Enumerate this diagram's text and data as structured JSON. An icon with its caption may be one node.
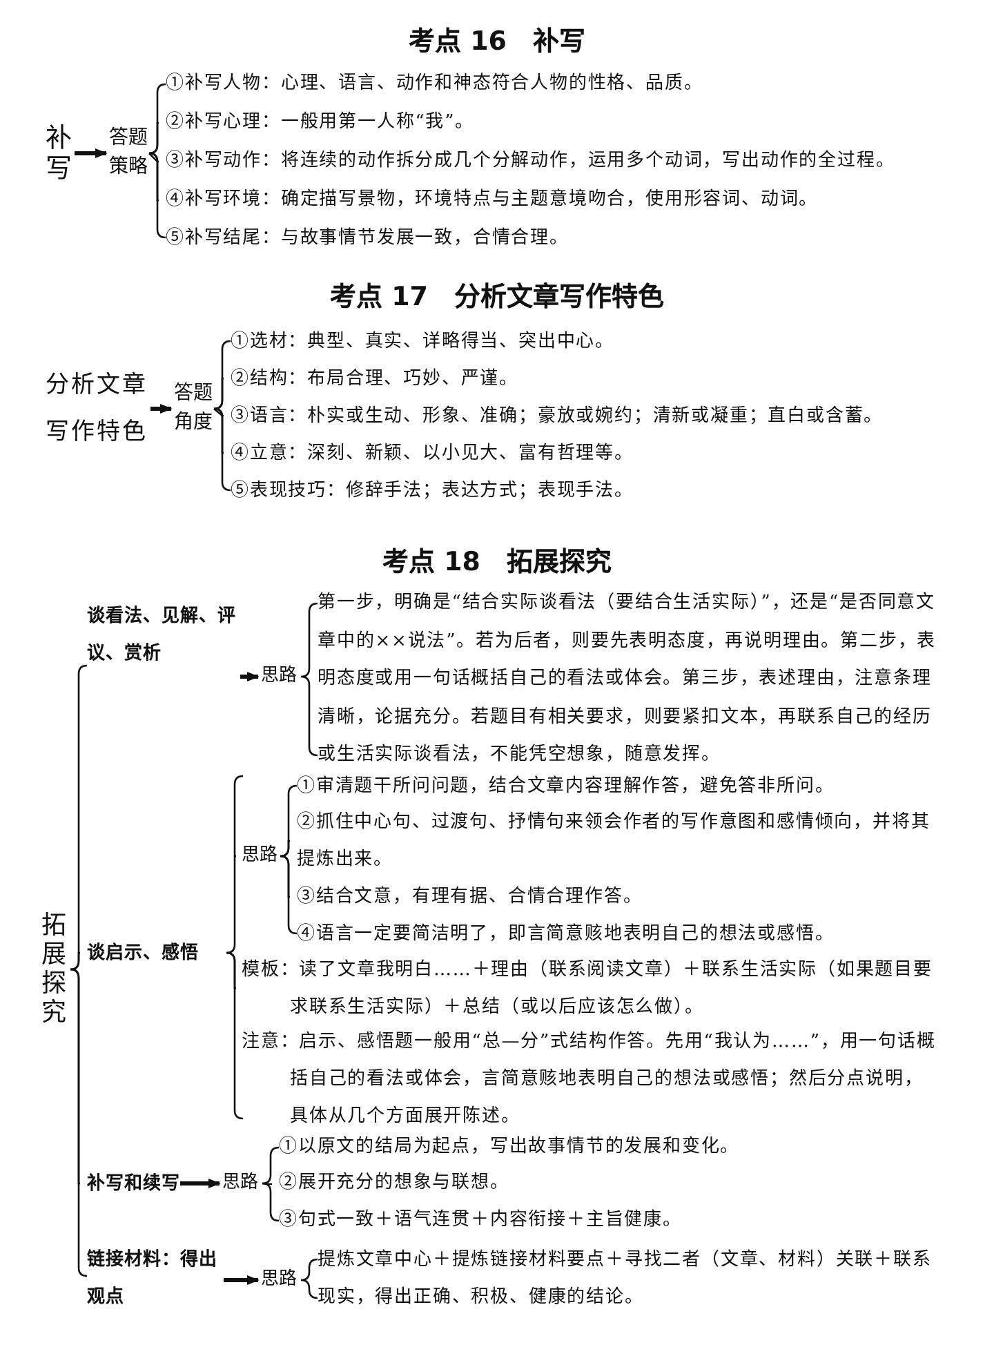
{
  "diagram": {
    "nodes": [
      {
        "text": [
          "补写"
        ]
      },
      {
        "text": [
          "答题策略"
        ]
      },
      {
        "text": [
          "①补写人物：心理、语言、动作和神态符合人物的性格、品质。"
        ]
      },
      {
        "text": [
          "②补写心理：一般用第一人称“我”。"
        ]
      },
      {
        "text": [
          "③补写动作：将连续的动作拆分成几个分解动作，运用多个动词，写出动作的全过程。"
        ]
      },
      {
        "text": [
          "④补写环境：确定描写景物，环境特点与主题意境吻合，使用形容词、动词。"
        ]
      },
      {
        "text": [
          "⑤补写结尾：与故事情节发展一致，合情合理。"
        ]
      },
      {
        "text": [
          "分析文章写作特色"
        ]
      },
      {
        "text": [
          "答题角度"
        ]
      },
      {
        "text": [
          "①选材：典型、真实、详略得当、突出中心。"
        ]
      },
      {
        "text": [
          "②结构：布局合理、巧妙、严谨。"
        ]
      },
      {
        "text": [
          "③语言：朴实或生动、形象、准确；豪放或婉约；清新或凝重；直白或含蓄。"
        ]
      },
      {
        "text": [
          "④立意：深刻、新颖、以小见大、富有哲理等。"
        ]
      },
      {
        "text": [
          "⑤表现技巧：修辞手法；表达方式；表现手法。"
        ]
      },
      {
        "text": [
          "拓展探究"
        ]
      },
      {
        "text": [
          "谈看法、见解、评议、赏析"
        ]
      },
      {
        "text": [
          "思路"
        ]
      },
      {
        "text": [
          "第一步，明确是“结合实际谈看法（要结合生活实际）”，还是“是否同意文章中的××说法”。若为后者，则要先表明态度，再说明理由。第二步，表明态度或用一句话概括自己的看法或体会。第三步，表述理由，注意条理清晰，论据充分。若题目有相关要求，则要紧扣文本，再联系自己的经历或生活实际谈看法，不能凭空想象，随意发挥。"
        ]
      },
      {
        "text": [
          "谈启示、感悟"
        ]
      },
      {
        "text": [
          "思路"
        ]
      },
      {
        "text": [
          "①审清题干所问问题，结合文章内容理解作答，避免答非所问。"
        ]
      },
      {
        "text": [
          "②抓住中心句、过渡句、抒情句来领会作者的写作意图和感情倾向，并将其提炼出来。"
        ]
      },
      {
        "text": [
          "③结合文意，有理有据、合情合理作答。"
        ]
      },
      {
        "text": [
          "④语言一定要简洁明了，即言简意赅地表明自己的想法或感悟。"
        ]
      },
      {
        "text": [
          "模板：读了文章我明白……＋理由（联系阅读文章）＋联系生活实际（如果题目要求联系生活实际）＋总结（或以后应该怎么做）。"
        ]
      },
      {
        "text": [
          "注意：启示、感悟题一般用“总—分”式结构作答。先用“我认为……”，用一句话概括自己的看法或体会，言简意赅地表明自己的想法或感悟；然后分点说明，具体从几个方面展开陈述。"
        ]
      },
      {
        "text": [
          "补写和续写"
        ]
      },
      {
        "text": [
          "思路"
        ]
      },
      {
        "text": [
          "①以原文的结局为起点，写出故事情节的发展和变化。"
        ]
      },
      {
        "text": [
          "②展开充分的想象与联想。"
        ]
      },
      {
        "text": [
          "③句式一致＋语气连贯＋内容衔接＋主旨健康。"
        ]
      },
      {
        "text": [
          "链接材料：得出观点"
        ]
      },
      {
        "text": [
          "思路"
        ]
      },
      {
        "text": [
          "提炼文章中心＋提炼链接材料要点＋寻找二者（文章、材料）关联＋联系现实，得出正确、积极、健康的结论。"
        ]
      }
    ],
    "edges": [
      {
        "from": 0,
        "to": 1,
        "arrow": "to",
        "style": "thick"
      },
      {
        "from": 1,
        "to": 2,
        "arrow": "none"
      },
      {
        "from": 1,
        "to": 3,
        "arrow": "none"
      },
      {
        "from": 1,
        "to": 4,
        "arrow": "none"
      },
      {
        "from": 1,
        "to": 5,
        "arrow": "none"
      },
      {
        "from": 1,
        "to": 6,
        "arrow": "none"
      },
      {
        "from": 7,
        "to": 8,
        "arrow": "to",
        "style": "thick"
      },
      {
        "from": 8,
        "to": 9,
        "arrow": "none"
      },
      {
        "from": 8,
        "to": 10,
        "arrow": "none"
      },
      {
        "from": 8,
        "to": 11,
        "arrow": "none"
      },
      {
        "from": 8,
        "to": 12,
        "arrow": "none"
      },
      {
        "from": 8,
        "to": 13,
        "arrow": "none"
      },
      {
        "from": 14,
        "to": 15,
        "arrow": "none"
      },
      {
        "from": 14,
        "to": 18,
        "arrow": "none"
      },
      {
        "from": 14,
        "to": 26,
        "arrow": "none"
      },
      {
        "from": 14,
        "to": 31,
        "arrow": "none"
      },
      {
        "from": 15,
        "to": 16,
        "arrow": "to",
        "style": "thick"
      },
      {
        "from": 16,
        "to": 17,
        "arrow": "none"
      },
      {
        "from": 18,
        "to": 19,
        "arrow": "none"
      },
      {
        "from": 18,
        "to": 24,
        "arrow": "none"
      },
      {
        "from": 18,
        "to": 25,
        "arrow": "none"
      },
      {
        "from": 19,
        "to": 20,
        "arrow": "none"
      },
      {
        "from": 19,
        "to": 21,
        "arrow": "none"
      },
      {
        "from": 19,
        "to": 22,
        "arrow": "none"
      },
      {
        "from": 19,
        "to": 23,
        "arrow": "none"
      },
      {
        "from": 26,
        "to": 27,
        "arrow": "to",
        "style": "thick"
      },
      {
        "from": 27,
        "to": 28,
        "arrow": "none"
      },
      {
        "from": 27,
        "to": 29,
        "arrow": "none"
      },
      {
        "from": 27,
        "to": 30,
        "arrow": "none"
      },
      {
        "from": 31,
        "to": 32,
        "arrow": "to",
        "style": "thick"
      },
      {
        "from": 32,
        "to": 33,
        "arrow": "none"
      }
    ],
    "labels": [
      "考点 16　补写",
      "考点 17　分析文章写作特色",
      "考点 18　拓展探究"
    ]
  }
}
